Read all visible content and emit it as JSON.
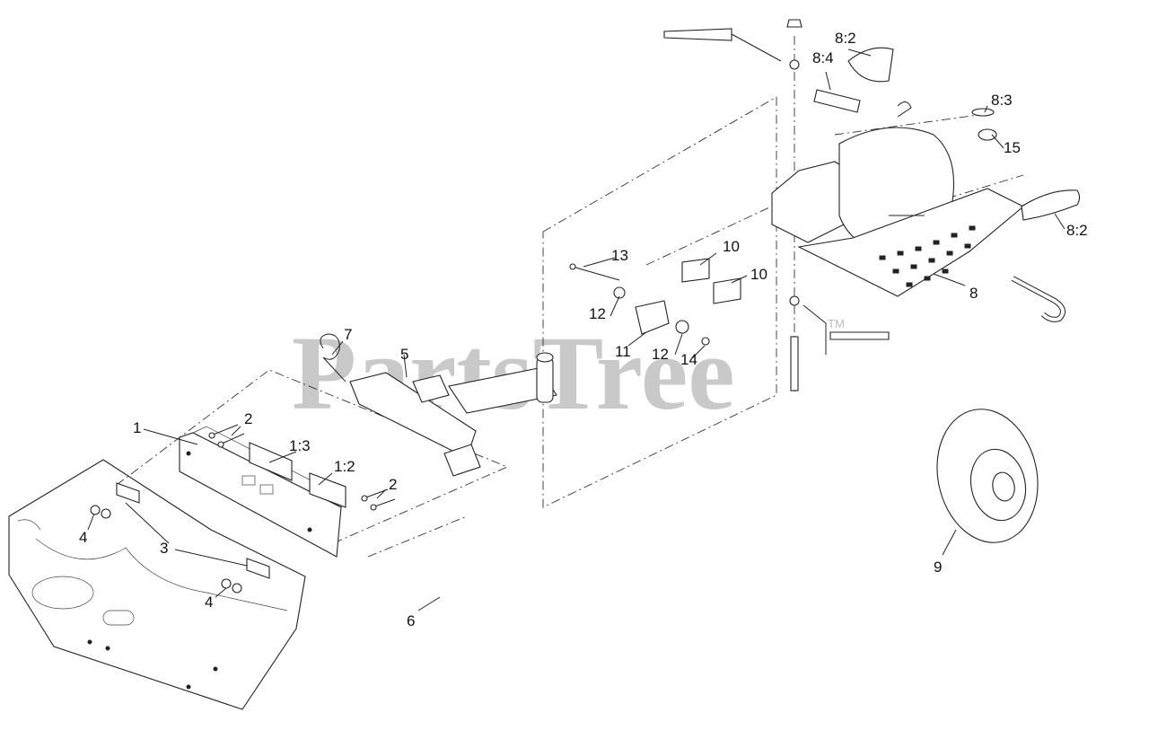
{
  "watermark": {
    "text": "PartsTree",
    "trademark": "TM"
  },
  "callouts": [
    {
      "id": "c1",
      "text": "1"
    },
    {
      "id": "c1-2",
      "text": "1:2"
    },
    {
      "id": "c1-3",
      "text": "1:3"
    },
    {
      "id": "c2a",
      "text": "2"
    },
    {
      "id": "c2b",
      "text": "2"
    },
    {
      "id": "c3",
      "text": "3"
    },
    {
      "id": "c4a",
      "text": "4"
    },
    {
      "id": "c4b",
      "text": "4"
    },
    {
      "id": "c5",
      "text": "5"
    },
    {
      "id": "c6",
      "text": "6"
    },
    {
      "id": "c7",
      "text": "7"
    },
    {
      "id": "c8",
      "text": "8"
    },
    {
      "id": "c8-2a",
      "text": "8:2"
    },
    {
      "id": "c8-2b",
      "text": "8:2"
    },
    {
      "id": "c8-3",
      "text": "8:3"
    },
    {
      "id": "c8-4",
      "text": "8:4"
    },
    {
      "id": "c9",
      "text": "9"
    },
    {
      "id": "c10a",
      "text": "10"
    },
    {
      "id": "c10b",
      "text": "10"
    },
    {
      "id": "c11",
      "text": "11"
    },
    {
      "id": "c12a",
      "text": "12"
    },
    {
      "id": "c12b",
      "text": "12"
    },
    {
      "id": "c13",
      "text": "13"
    },
    {
      "id": "c14",
      "text": "14"
    },
    {
      "id": "c15",
      "text": "15"
    }
  ]
}
